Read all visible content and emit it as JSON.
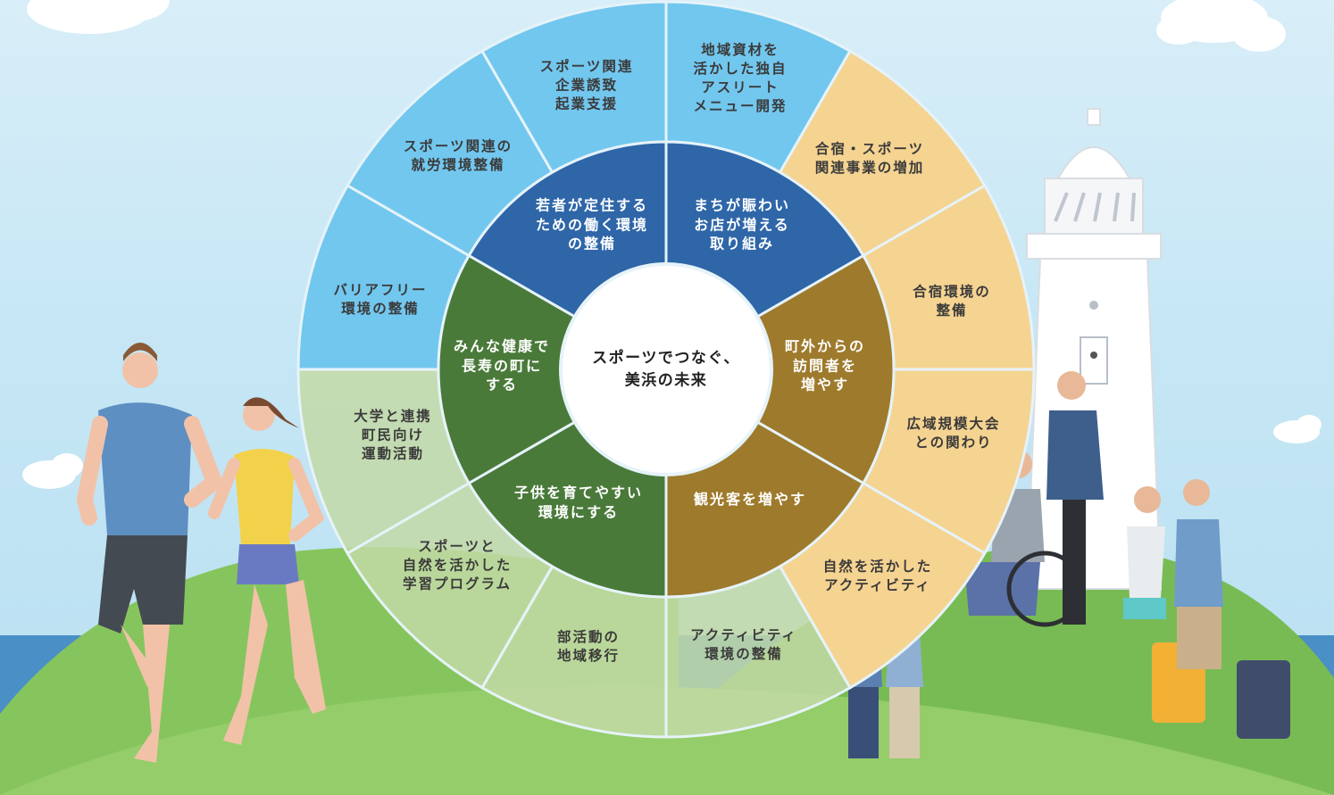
{
  "center": {
    "title": "スポーツでつなぐ、\n美浜の未来"
  },
  "inner_ring": [
    {
      "id": "sports",
      "label": "若者が定住する\nための働く環境\nの整備"
    },
    {
      "id": "tourism",
      "label": "まちが賑わい\nお店が増える\n取り組み"
    },
    {
      "id": "visitors",
      "label": "町外からの\n訪問者を\n増やす"
    },
    {
      "id": "tourists",
      "label": "観光客を増やす"
    },
    {
      "id": "children",
      "label": "子供を育てやすい\n環境にする"
    },
    {
      "id": "health",
      "label": "みんな健康で\n長寿の町に\nする"
    }
  ],
  "outer_ring": [
    {
      "label": "スポーツ関連\n企業誘致\n起業支援"
    },
    {
      "label": "地域資材を\n活かした独自\nアスリート\nメニュー開発"
    },
    {
      "label": "合宿・スポーツ\n関連事業の増加"
    },
    {
      "label": "合宿環境の\n整備"
    },
    {
      "label": "広域規模大会\nとの関わり"
    },
    {
      "label": "自然を活かした\nアクティビティ"
    },
    {
      "label": "アクティビティ\n環境の整備"
    },
    {
      "label": "部活動の\n地域移行"
    },
    {
      "label": "スポーツと\n自然を活かした\n学習プログラム"
    },
    {
      "label": "大学と連携\n町民向け\n運動活動"
    },
    {
      "label": "バリアフリー\n環境の整備"
    },
    {
      "label": "スポーツ関連の\n就労環境整備"
    }
  ],
  "colors": {
    "sky": "#c5e6f5",
    "outer_blue": "#72c7ee",
    "outer_orange": "#f5d391",
    "outer_green": "#c3d9a6",
    "inner_blue": "#2e66a8",
    "inner_brown": "#9e7a2c",
    "inner_green": "#4a7a3a",
    "hill": "#7cc05a",
    "sea": "#4a8fc6"
  },
  "icons": [
    "cloud-icon",
    "lighthouse-icon",
    "runner-man-icon",
    "runner-woman-icon",
    "tourist-group-icon"
  ]
}
